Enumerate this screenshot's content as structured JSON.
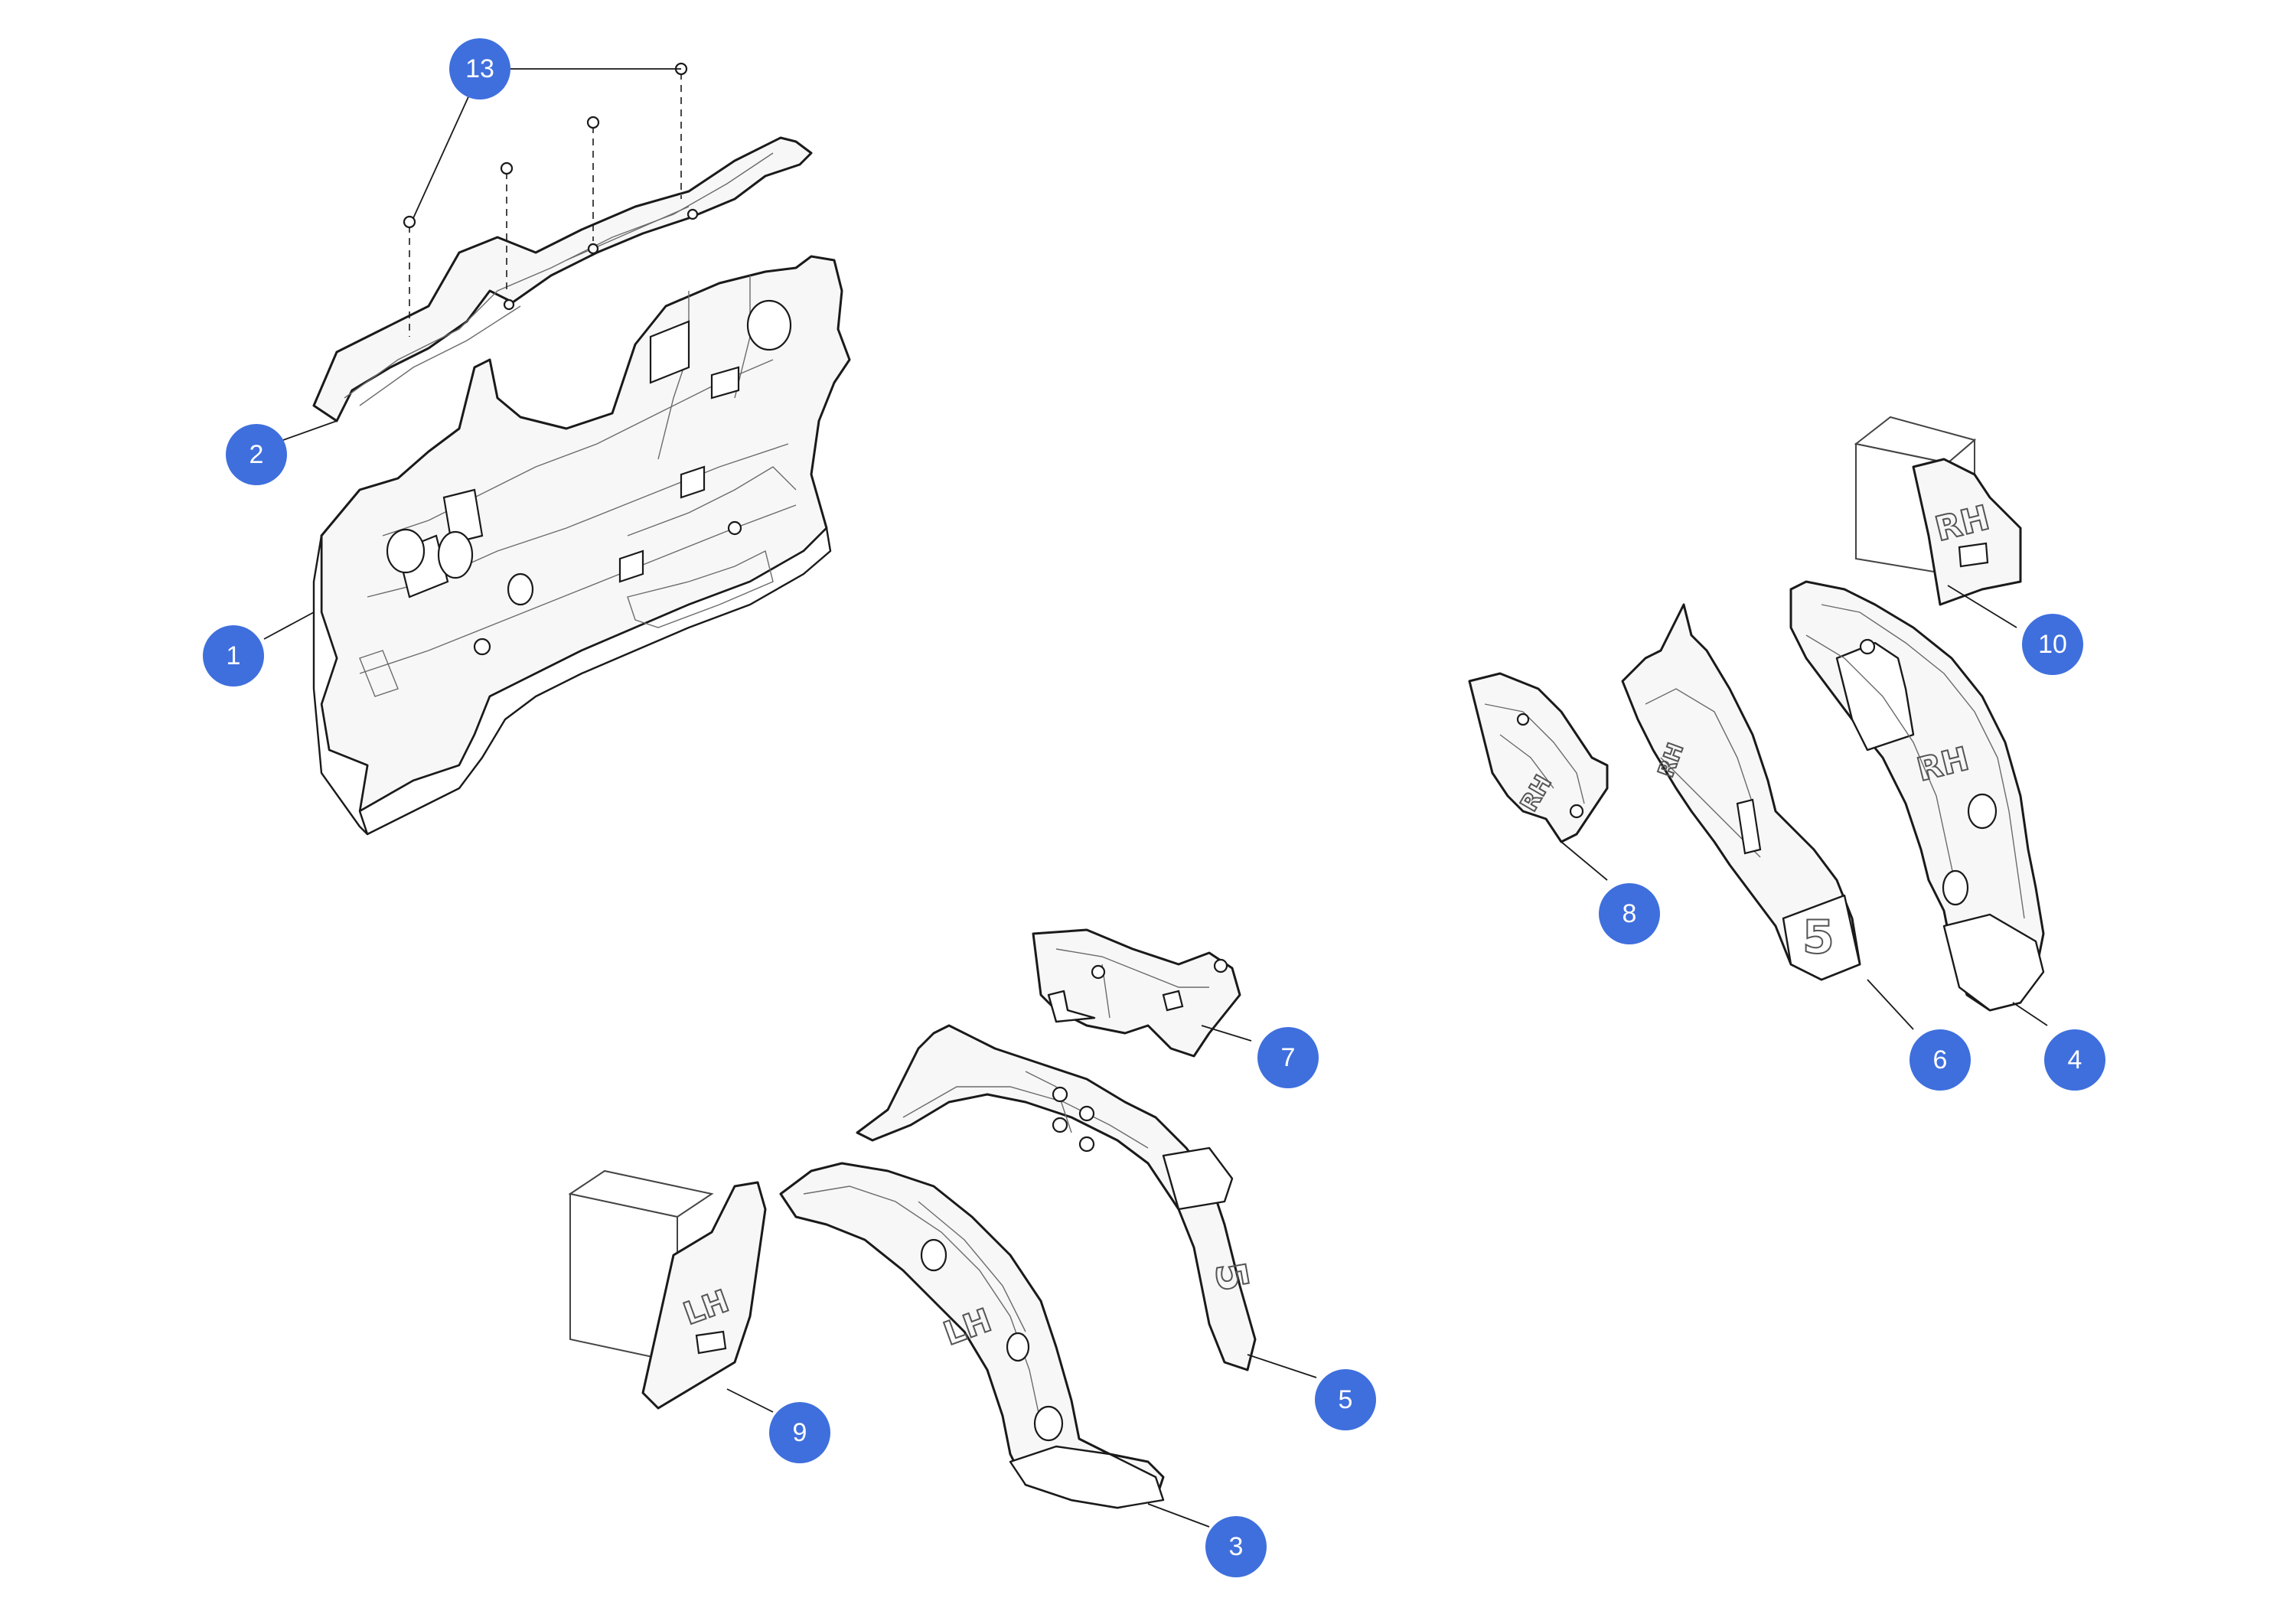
{
  "callouts": [
    {
      "id": "c13",
      "label": "13"
    },
    {
      "id": "c2",
      "label": "2"
    },
    {
      "id": "c1",
      "label": "1"
    },
    {
      "id": "c10",
      "label": "10"
    },
    {
      "id": "c8",
      "label": "8"
    },
    {
      "id": "c6",
      "label": "6"
    },
    {
      "id": "c4",
      "label": "4"
    },
    {
      "id": "c7",
      "label": "7"
    },
    {
      "id": "c5",
      "label": "5"
    },
    {
      "id": "c9",
      "label": "9"
    },
    {
      "id": "c3",
      "label": "3"
    }
  ],
  "part_markings": {
    "rh": "RH",
    "lh": "LH",
    "five": "5"
  },
  "colors": {
    "callout_fill": "#3f6fdd",
    "callout_text": "#ffffff",
    "line": "#1a1a1a"
  }
}
